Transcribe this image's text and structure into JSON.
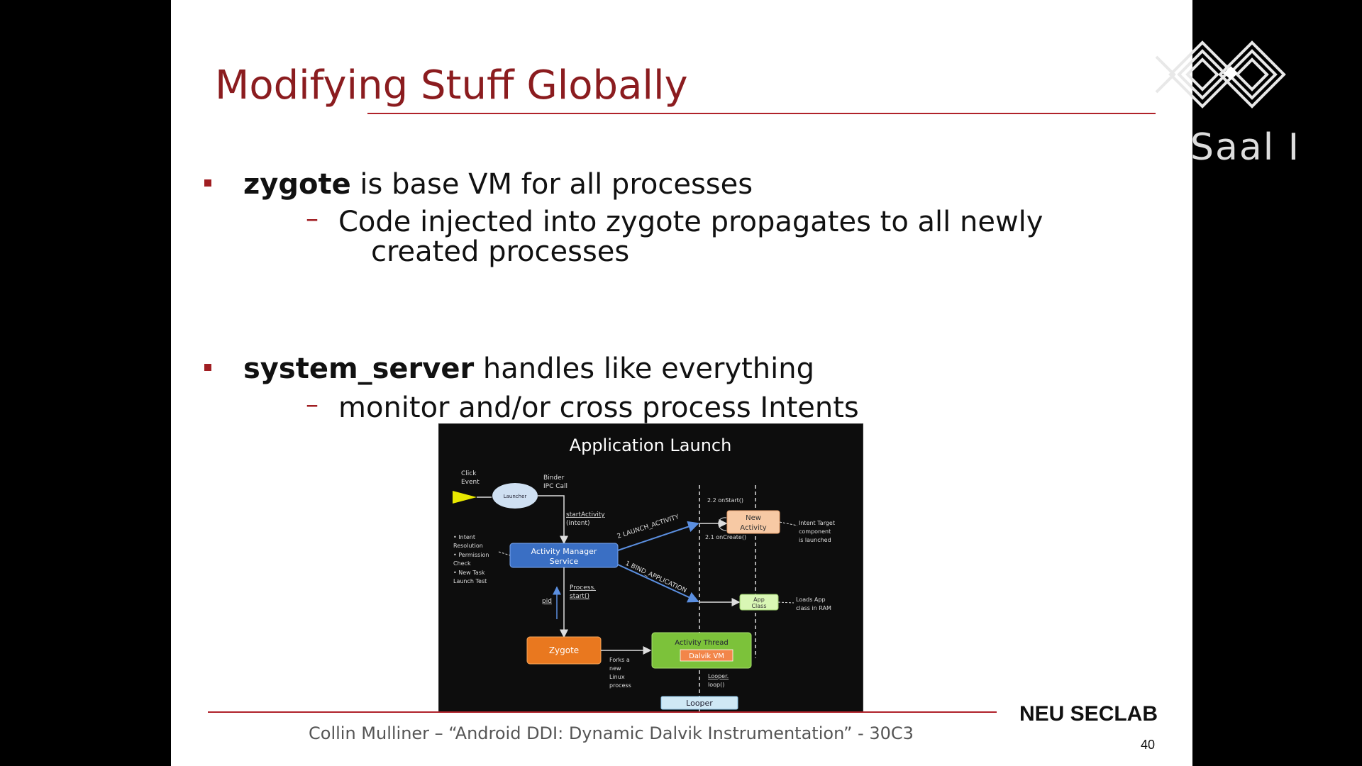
{
  "slide": {
    "title": "Modifying Stuff Globally",
    "bullets": [
      {
        "bold": "zygote",
        "rest": " is base VM for all processes",
        "sub_line1": "Code injected into zygote propagates to all newly",
        "sub_line2": "created processes"
      },
      {
        "bold": "system_server",
        "rest": " handles like everything",
        "sub_line1": "monitor and/or cross process Intents"
      }
    ],
    "sub_dash": "–",
    "footer": "Collin Mulliner –  “Android DDI: Dynamic Dalvik Instrumentation”  -  30C3",
    "lab": "NEU SECLAB",
    "page_number": "40"
  },
  "diagram": {
    "title": "Application Launch",
    "click_event": [
      "Click",
      "Event"
    ],
    "launcher": "Launcher",
    "binder": [
      "Binder",
      "IPC Call"
    ],
    "start_activity": [
      "startActivity",
      "(intent)"
    ],
    "ams": [
      "Activity Manager",
      "Service"
    ],
    "left_notes": [
      "• Intent",
      "Resolution",
      "• Permission",
      "Check",
      "• New Task",
      "Launch Test"
    ],
    "launch_activity": "2 LAUNCH_ACTIVITY",
    "bind_application": "1 BIND_APPLICATION",
    "on_start": "2.2 onStart()",
    "on_create": "2.1 onCreate()",
    "new_activity": [
      "New",
      "Activity"
    ],
    "intent_target": [
      "Intent Target",
      "component",
      "is launched"
    ],
    "app_class": [
      "App",
      "Class"
    ],
    "loads_app": [
      "Loads App",
      "class in RAM"
    ],
    "pid": "pid",
    "process_start": [
      "Process.",
      "start()"
    ],
    "zygote": "Zygote",
    "forks": [
      "Forks a",
      "new",
      "Linux",
      "process"
    ],
    "activity_thread": "Activity Thread",
    "dalvik_vm": "Dalvik VM",
    "looper_loop": [
      "Looper.",
      "loop()"
    ],
    "looper": "Looper"
  },
  "overlay": {
    "logo_text": "Saal I"
  },
  "colors": {
    "title": "#8b1c1f",
    "accent": "#b0222a",
    "ams_box": "#3a6fc4",
    "zygote_box": "#e9781f",
    "activity_thread_box": "#7cc23a",
    "new_activity_box": "#f7c9a4",
    "app_class_box": "#d9f7b5",
    "looper_box": "#cfe8f5",
    "launcher_oval": "#cfe0f2"
  }
}
